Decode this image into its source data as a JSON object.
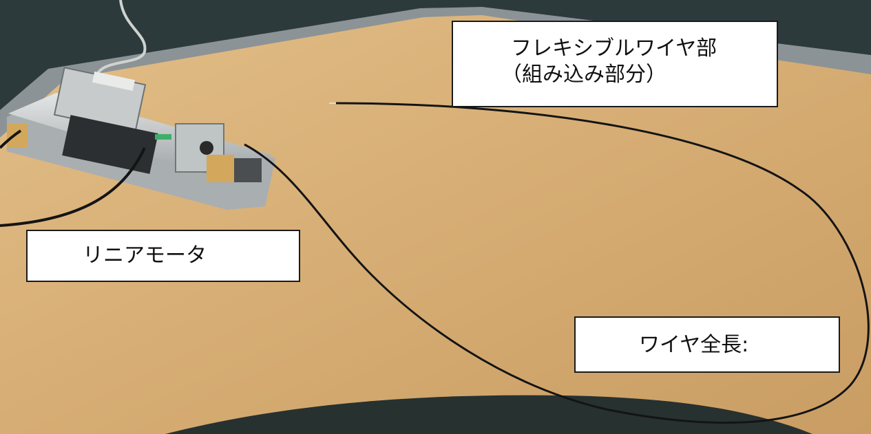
{
  "photo": {
    "subject": "linear-motor-with-flexible-wire",
    "colors": {
      "table": "#d8b27a",
      "carpet": "#2d3a3c",
      "frame": "#8c9396",
      "wire": "#141414"
    }
  },
  "labels": {
    "wire_section": {
      "line1": "フレキシブルワイヤ部",
      "line2": "（組み込み部分）"
    },
    "linear_motor": "リニアモータ",
    "wire_length": "ワイヤ全長:"
  }
}
